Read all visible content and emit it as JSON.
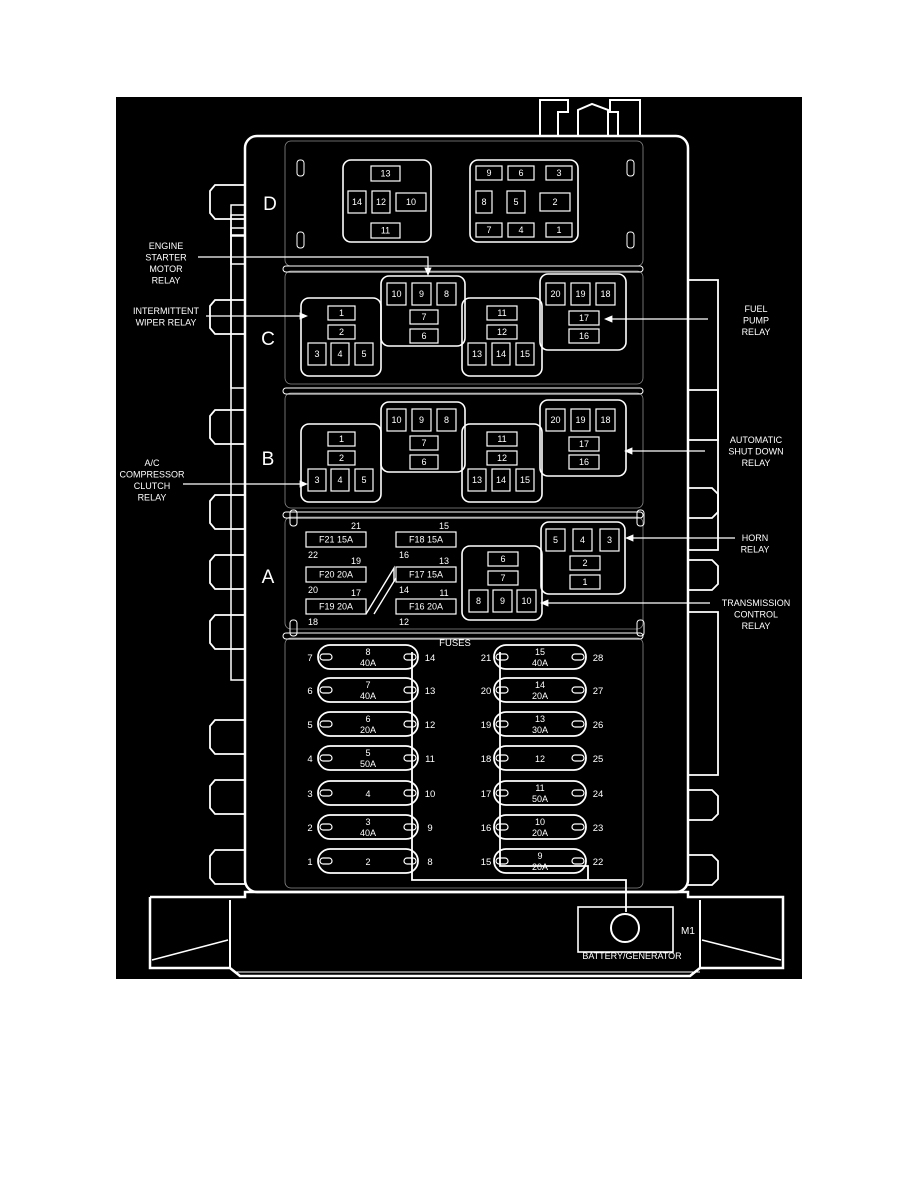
{
  "rows": [
    {
      "id": "D",
      "label": "D"
    },
    {
      "id": "C",
      "label": "C"
    },
    {
      "id": "B",
      "label": "B"
    },
    {
      "id": "A",
      "label": "A"
    }
  ],
  "callouts": {
    "engine_starter": [
      "ENGINE",
      "STARTER",
      "MOTOR",
      "RELAY"
    ],
    "intermittent_wiper": [
      "INTERMITTENT",
      "WIPER RELAY"
    ],
    "fuel_pump": [
      "FUEL",
      "PUMP",
      "RELAY"
    ],
    "automatic_shutdown": [
      "AUTOMATIC",
      "SHUT DOWN",
      "RELAY"
    ],
    "ac_compressor": [
      "A/C",
      "COMPRESSOR",
      "CLUTCH",
      "RELAY"
    ],
    "horn": [
      "HORN",
      "RELAY"
    ],
    "transmission_control": [
      "TRANSMISSION",
      "CONTROL",
      "RELAY"
    ]
  },
  "relay_blocks": [
    {
      "id": "D-left",
      "cells": [
        "13",
        "14",
        "12",
        "10",
        "11"
      ]
    },
    {
      "id": "D-right",
      "cells": [
        "9",
        "6",
        "3",
        "8",
        "5",
        "2",
        "7",
        "4",
        "1"
      ]
    },
    {
      "id": "C-1",
      "cells": [
        "1",
        "2",
        "3",
        "4",
        "5"
      ]
    },
    {
      "id": "C-2",
      "cells": [
        "10",
        "9",
        "8",
        "7",
        "6"
      ]
    },
    {
      "id": "C-3",
      "cells": [
        "11",
        "12",
        "13",
        "14",
        "15"
      ]
    },
    {
      "id": "C-4",
      "cells": [
        "20",
        "19",
        "18",
        "17",
        "16"
      ]
    },
    {
      "id": "B-1",
      "cells": [
        "1",
        "2",
        "3",
        "4",
        "5"
      ]
    },
    {
      "id": "B-2",
      "cells": [
        "10",
        "9",
        "8",
        "7",
        "6"
      ]
    },
    {
      "id": "B-3",
      "cells": [
        "11",
        "12",
        "13",
        "14",
        "15"
      ]
    },
    {
      "id": "B-4",
      "cells": [
        "20",
        "19",
        "18",
        "17",
        "16"
      ]
    },
    {
      "id": "A-horn",
      "cells": [
        "5",
        "4",
        "3",
        "2",
        "1"
      ]
    },
    {
      "id": "A-trans",
      "cells": [
        "6",
        "7",
        "8",
        "9",
        "10"
      ]
    }
  ],
  "mini_fuses": [
    {
      "label": "F21 15A",
      "top": "21",
      "left": "22"
    },
    {
      "label": "F20 20A",
      "top": "19",
      "left": "20"
    },
    {
      "label": "F19 20A",
      "top": "17",
      "left": "18"
    },
    {
      "label": "F18 15A",
      "top": "15",
      "left": "16"
    },
    {
      "label": "F17 15A",
      "top": "13",
      "left": "14"
    },
    {
      "label": "F16 20A",
      "top": "11",
      "left": "12"
    }
  ],
  "fuses_title": "FUSES",
  "fuses_left": [
    {
      "num": "8",
      "amp": "40A",
      "l": "7",
      "r": "14"
    },
    {
      "num": "7",
      "amp": "40A",
      "l": "6",
      "r": "13"
    },
    {
      "num": "6",
      "amp": "20A",
      "l": "5",
      "r": "12"
    },
    {
      "num": "5",
      "amp": "50A",
      "l": "4",
      "r": "11"
    },
    {
      "num": "4",
      "amp": "",
      "l": "3",
      "r": "10"
    },
    {
      "num": "3",
      "amp": "40A",
      "l": "2",
      "r": "9"
    },
    {
      "num": "2",
      "amp": "",
      "l": "1",
      "r": "8"
    }
  ],
  "fuses_right": [
    {
      "num": "15",
      "amp": "40A",
      "l": "21",
      "r": "28"
    },
    {
      "num": "14",
      "amp": "20A",
      "l": "20",
      "r": "27"
    },
    {
      "num": "13",
      "amp": "30A",
      "l": "19",
      "r": "26"
    },
    {
      "num": "12",
      "amp": "",
      "l": "18",
      "r": "25"
    },
    {
      "num": "11",
      "amp": "50A",
      "l": "17",
      "r": "24"
    },
    {
      "num": "10",
      "amp": "20A",
      "l": "16",
      "r": "23"
    },
    {
      "num": "9",
      "amp": "20A",
      "l": "15",
      "r": "22"
    }
  ],
  "terminal_code": "M1",
  "terminal_label": "BATTERY/GENERATOR",
  "colors": {
    "background": "#000000",
    "line": "#ffffff",
    "text": "#ffffff"
  }
}
